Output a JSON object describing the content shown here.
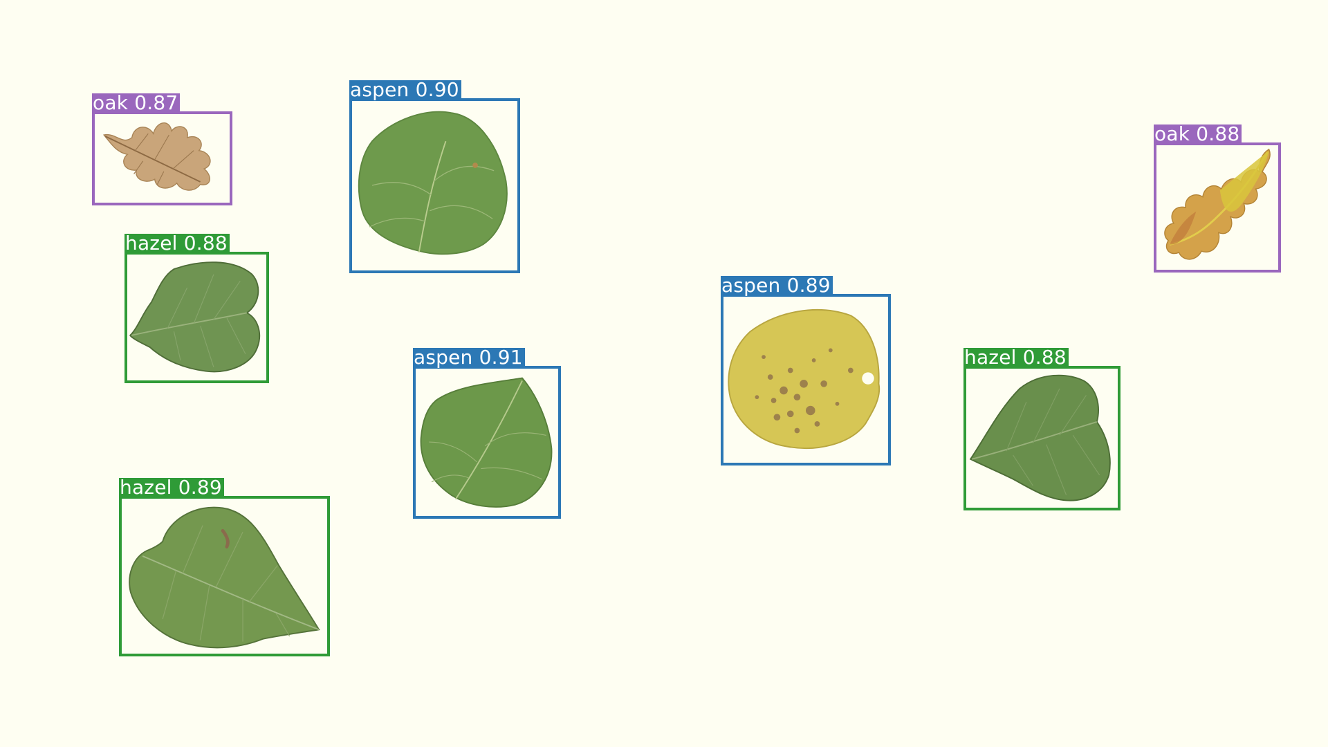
{
  "image": {
    "background_color": "#fefef2"
  },
  "class_colors": {
    "oak": "#9a67bd",
    "aspen": "#2c78b5",
    "hazel": "#2f9b37"
  },
  "detections": [
    {
      "class": "oak",
      "score": "0.87",
      "label": "oak 0.87",
      "leaf_color": "#c9a57a"
    },
    {
      "class": "aspen",
      "score": "0.90",
      "label": "aspen 0.90",
      "leaf_color": "#6e9a4c"
    },
    {
      "class": "hazel",
      "score": "0.88",
      "label": "hazel 0.88",
      "leaf_color": "#6f9452"
    },
    {
      "class": "aspen",
      "score": "0.91",
      "label": "aspen 0.91",
      "leaf_color": "#6c984a"
    },
    {
      "class": "hazel",
      "score": "0.89",
      "label": "hazel 0.89",
      "leaf_color": "#74984f"
    },
    {
      "class": "aspen",
      "score": "0.89",
      "label": "aspen 0.89",
      "leaf_color": "#d6c655"
    },
    {
      "class": "hazel",
      "score": "0.88",
      "label": "hazel 0.88",
      "leaf_color": "#698f4c"
    },
    {
      "class": "oak",
      "score": "0.88",
      "label": "oak 0.88",
      "leaf_color": "#d4a24a"
    }
  ]
}
